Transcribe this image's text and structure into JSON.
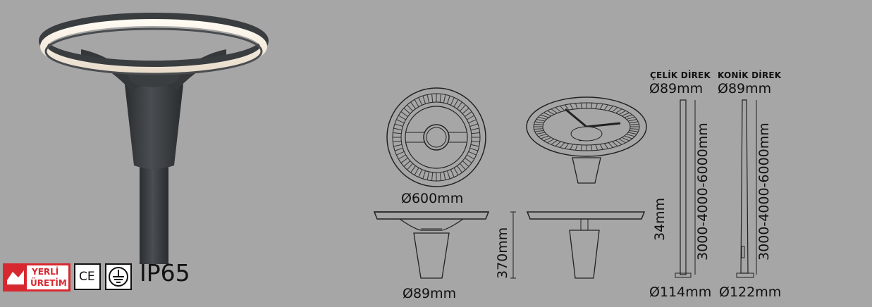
{
  "product": {
    "badges": {
      "yerli_line1": "YERLİ",
      "yerli_line2": "ÜRETİM",
      "ce": "CE",
      "ip_rating": "IP65"
    },
    "colors": {
      "background": "#a6a6a6",
      "housing": "#3a3d40",
      "led_glow": "#fff6ea",
      "badge_red": "#d8282f"
    }
  },
  "drawings": {
    "diameter_top": "Ø600mm",
    "height_fixture": "370mm",
    "spigot_diameter": "Ø89mm"
  },
  "poles": {
    "steel": {
      "title": "ÇELİK DİREK",
      "top_diameter": "Ø89mm",
      "height_range": "3000-4000-6000mm",
      "base_height": "34mm",
      "bottom_diameter": "Ø114mm"
    },
    "conical": {
      "title": "KONİK DİREK",
      "top_diameter": "Ø89mm",
      "height_range": "3000-4000-6000mm",
      "bottom_diameter": "Ø122mm"
    }
  }
}
